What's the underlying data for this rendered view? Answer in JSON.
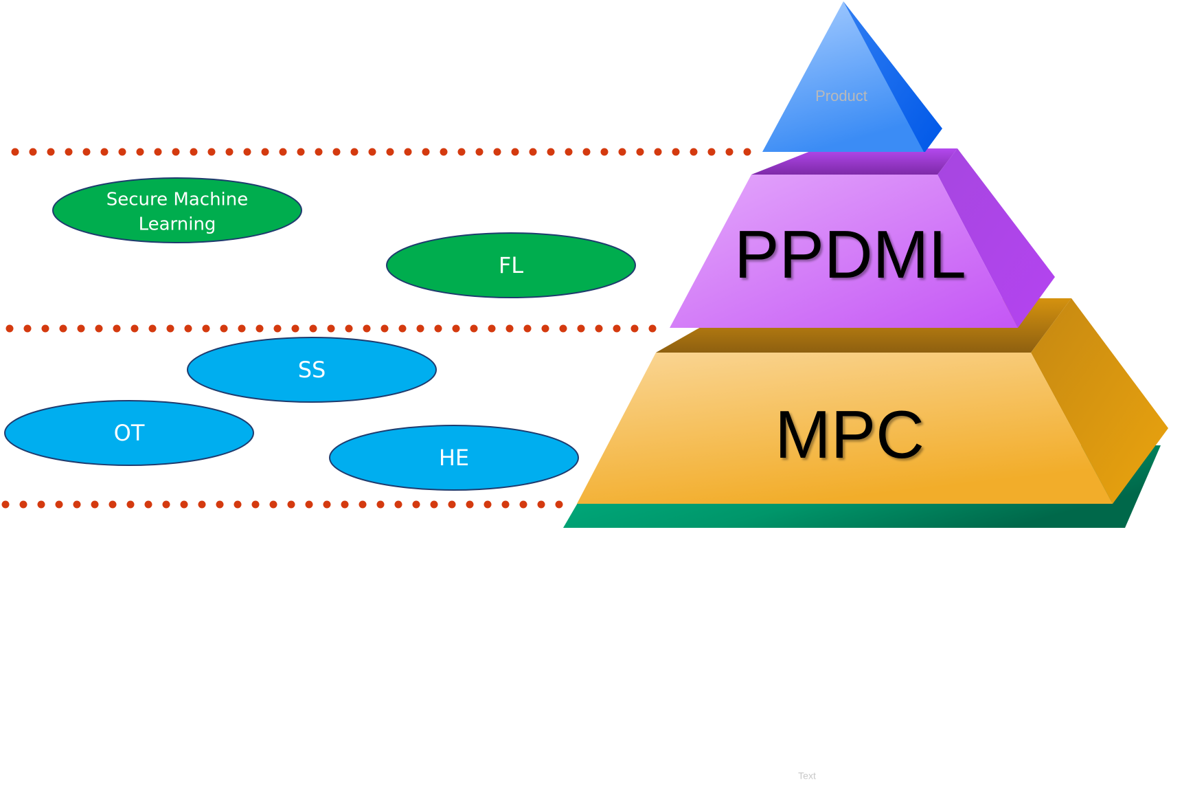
{
  "colors": {
    "dot_line": "#d43a0f",
    "ellipse_green": "#00ad4e",
    "ellipse_blue": "#00aeef",
    "ellipse_stroke": "#1f3b6e",
    "layer_label": "#000000",
    "product_label": "#b9b9b9",
    "footer_text": "#c8c8c8"
  },
  "ellipses": {
    "secure_ml": {
      "line1": "Secure Machine",
      "line2": "Learning"
    },
    "fl": {
      "label": "FL"
    },
    "ss": {
      "label": "SS"
    },
    "ot": {
      "label": "OT"
    },
    "he": {
      "label": "HE"
    }
  },
  "pyramid": {
    "product": {
      "label": "Product"
    },
    "ppdml": {
      "label": "PPDML"
    },
    "mpc": {
      "label": "MPC"
    }
  },
  "footer": {
    "text": "Text"
  }
}
